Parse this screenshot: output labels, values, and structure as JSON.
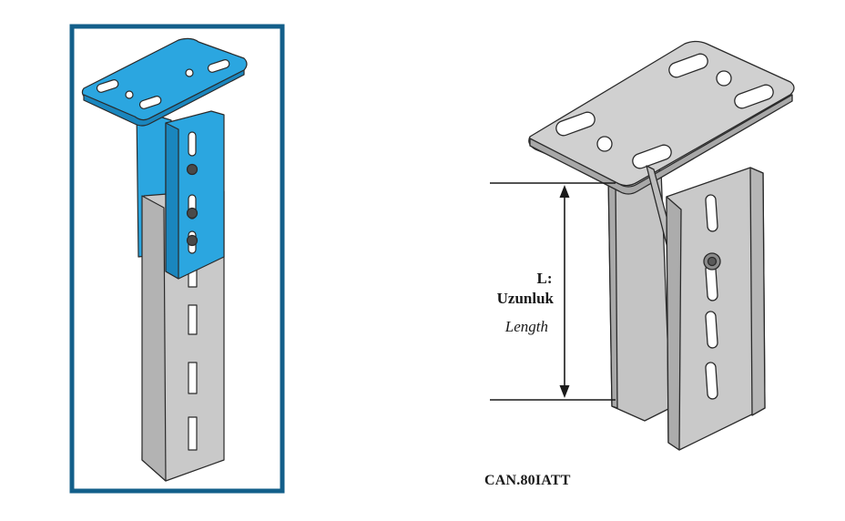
{
  "dimension_label": {
    "symbol": "L:",
    "turkish": "Uzunluk",
    "english": "Length"
  },
  "product_code": "CAN.80IATT",
  "colors": {
    "frame_border": "#135f8a",
    "highlight_fill": "#2ba6e0",
    "highlight_dark": "#1a86be",
    "metal_light": "#d3d3d3",
    "metal_mid": "#bdbdbd",
    "metal_dark": "#9c9c9c",
    "outline": "#2a2a2a",
    "background": "#ffffff"
  },
  "icons": {
    "inset_view": "highlighted-bracket-illustration",
    "main_view": "bracket-technical-drawing",
    "dimension": "length-arrow-icon"
  }
}
